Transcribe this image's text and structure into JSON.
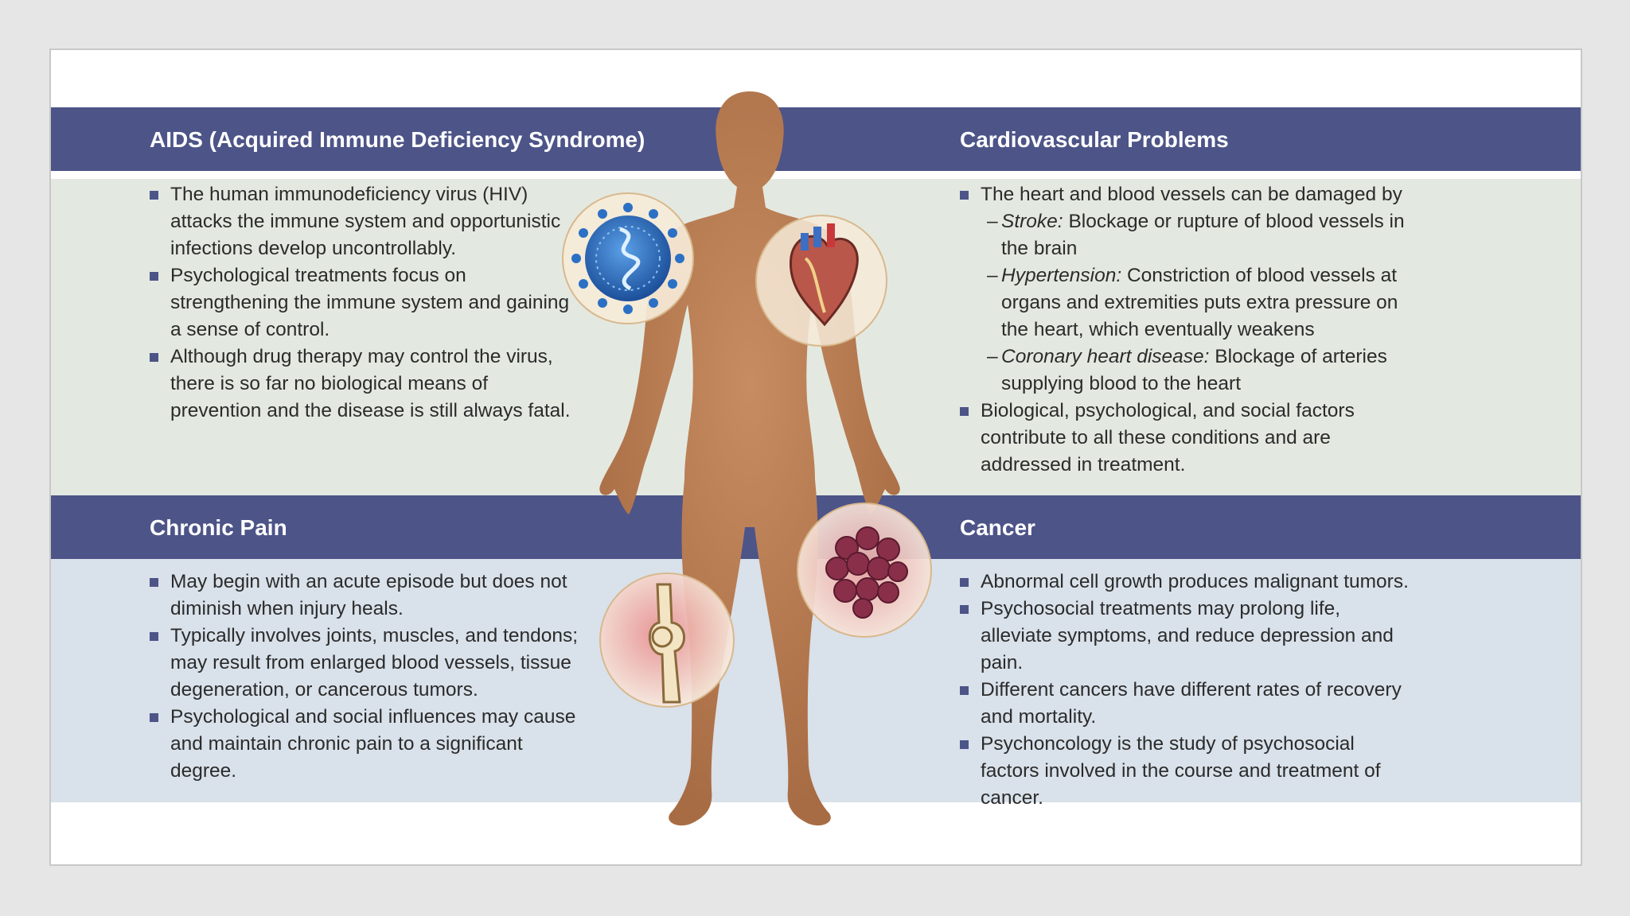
{
  "panels": {
    "aids": {
      "title": "AIDS (Acquired Immune Deficiency Syndrome)",
      "bullets": [
        "The human immunodeficiency virus (HIV) attacks the immune system and opportunistic infections develop uncontrollably.",
        "Psychological treatments focus on strengthening the immune system and gaining a sense of control.",
        "Although drug therapy may control the virus, there is so far no biological means of prevention and the disease is still always fatal."
      ]
    },
    "cardio": {
      "title": "Cardiovascular Problems",
      "intro": "The heart and blood vessels can be damaged by",
      "sub": [
        {
          "term": "Stroke:",
          "text": "Blockage or rupture of blood vessels in the brain"
        },
        {
          "term": "Hypertension:",
          "text": "Constriction of blood vessels at organs and extremities puts extra pressure on the heart, which eventually weakens"
        },
        {
          "term": "Coronary heart disease:",
          "text": "Blockage of arteries supplying blood to the heart"
        }
      ],
      "closing": "Biological, psychological, and social factors contribute to all these conditions and are addressed in treatment.",
      "dash": "–"
    },
    "pain": {
      "title": "Chronic Pain",
      "bullets": [
        "May begin with an acute episode but does not diminish when injury heals.",
        "Typically involves joints, muscles, and tendons; may result from enlarged blood vessels, tissue degeneration, or cancerous tumors.",
        "Psychological and social influences may cause and maintain chronic pain to a significant degree."
      ]
    },
    "cancer": {
      "title": "Cancer",
      "bullets": [
        "Abnormal cell growth produces malignant tumors.",
        "Psychosocial treatments may prolong life, alleviate symptoms, and reduce depression and pain.",
        "Different cancers have different rates of recovery and mortality.",
        "Psychoncology is the study of psychosocial factors involved in the course and treatment of cancer."
      ]
    }
  },
  "colors": {
    "header": "#4d5488",
    "band_top": "#e3e9e0",
    "band_bottom": "#d9e1ea",
    "body": "#b77a52",
    "virus": "#2f6fc0",
    "tumor": "#8a2f4a"
  },
  "icons": [
    "human-body-silhouette",
    "hiv-virus-icon",
    "heart-icon",
    "knee-joint-icon",
    "tumor-cells-icon"
  ]
}
